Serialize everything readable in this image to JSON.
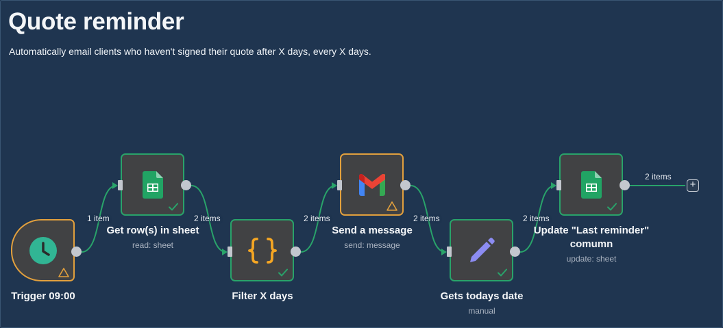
{
  "workflow": {
    "title": "Quote reminder",
    "description": "Automatically email clients who haven't signed their quote after X days, every X days."
  },
  "colors": {
    "background": "#1f3550",
    "node_fill": "#414244",
    "success_border": "#29a36a",
    "warning_border": "#e2a03d",
    "edge": "#29a36a"
  },
  "nodes": {
    "trigger": {
      "label": "Trigger 09:00",
      "icon": "clock-icon",
      "status": "warning-icon"
    },
    "get_rows": {
      "label": "Get row(s) in sheet",
      "subtitle": "read: sheet",
      "icon": "google-sheets-icon",
      "status": "check-icon"
    },
    "filter": {
      "label": "Filter X days",
      "icon": "code-braces-icon",
      "status": "check-icon"
    },
    "send": {
      "label": "Send a message",
      "subtitle": "send: message",
      "icon": "gmail-icon",
      "status": "warning-icon"
    },
    "date": {
      "label": "Gets todays date",
      "subtitle": "manual",
      "icon": "pencil-icon",
      "status": "check-icon"
    },
    "update": {
      "label_line1": "Update \"Last reminder\"",
      "label_line2": "comumn",
      "subtitle": "update: sheet",
      "icon": "google-sheets-icon",
      "status": "check-icon"
    }
  },
  "edges": [
    {
      "label": "1 item"
    },
    {
      "label": "2 items"
    },
    {
      "label": "2 items"
    },
    {
      "label": "2 items"
    },
    {
      "label": "2 items"
    },
    {
      "label": "2 items"
    }
  ],
  "add_button": {
    "icon": "plus-icon",
    "text": "+"
  }
}
